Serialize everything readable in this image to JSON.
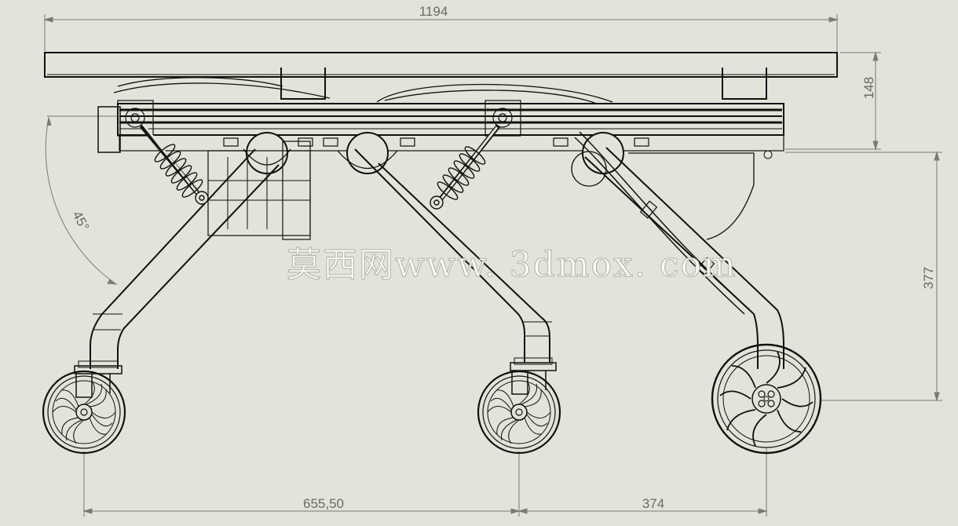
{
  "drawing": {
    "colors": {
      "background": "#e3e3d9",
      "line": "#111111",
      "dimension": "#7a7a7a",
      "watermark_fill": "#ffffff"
    },
    "dimensions": {
      "overall_length": "1194",
      "top_height": "148",
      "mid_height": "377",
      "angle": "45°",
      "wheelbase_left": "655,50",
      "wheelbase_right": "374"
    },
    "watermark": "莫西网www. 3dmox. com"
  }
}
